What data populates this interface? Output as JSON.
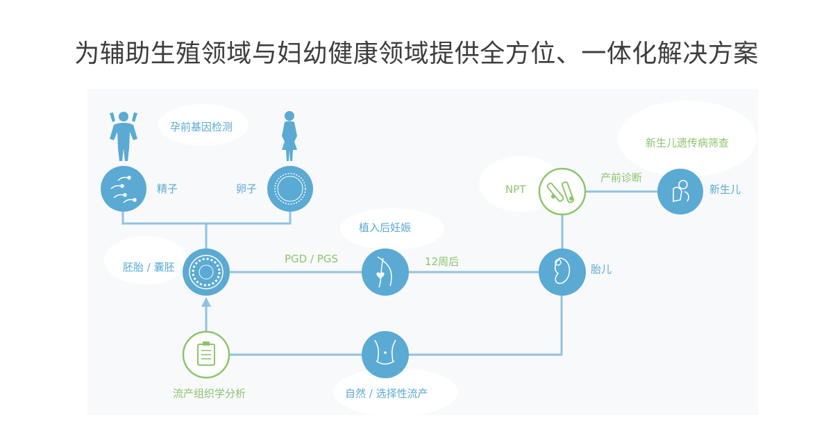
{
  "title": "为辅助生殖领域与妇幼健康领域提供全方位、一体化解决方案",
  "colors": {
    "node_blue": "#5aaad3",
    "node_green": "#8dc46a",
    "line": "#8ec3df",
    "label_blue": "#5aaad3",
    "label_green": "#8dc46a"
  },
  "labels": {
    "preconception_test": "孕前基因检测",
    "sperm": "精子",
    "egg": "卵子",
    "embryo": "胚胎 / 囊胚",
    "pgd_pgs": "PGD / PGS",
    "implant_pregnancy": "植入后妊娠",
    "week12": "12周后",
    "fetus": "胎儿",
    "npt": "NPT",
    "prenatal_diagnosis": "产前诊断",
    "newborn": "新生儿",
    "newborn_screening": "新生儿遗传病筛查",
    "miscarriage_analysis": "流产组织学分析",
    "natural_abortion": "自然 / 选择性流产"
  }
}
